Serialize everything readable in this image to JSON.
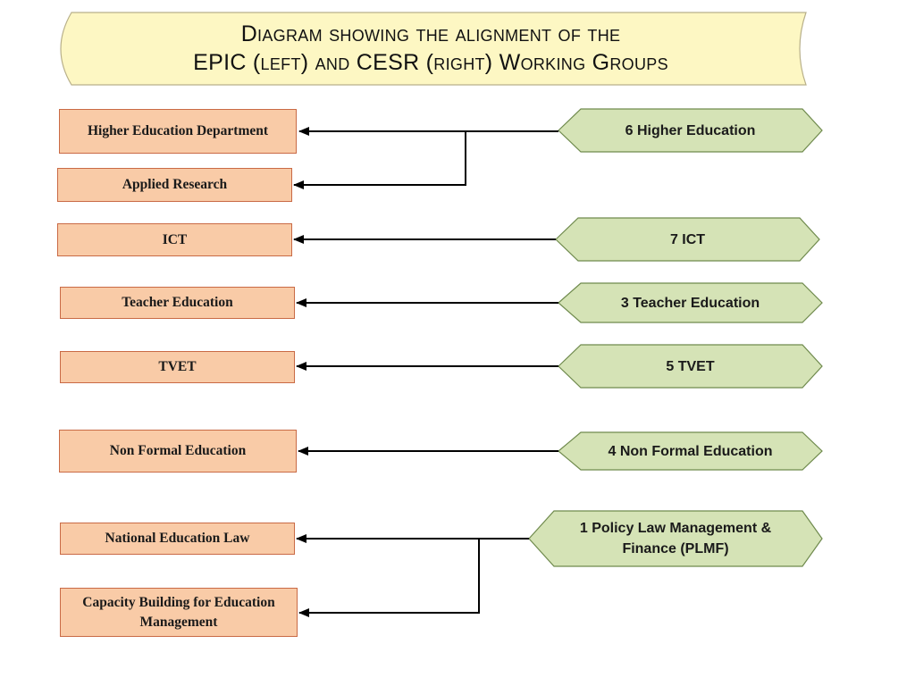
{
  "title": {
    "line1": "Diagram showing the alignment of the",
    "line2": "EPIC (left) and CESR (right) Working Groups"
  },
  "epic_groups": [
    "Higher Education Department",
    "Applied Research",
    "ICT",
    "Teacher Education",
    "TVET",
    "Non Formal Education",
    "National Education Law",
    "Capacity Building for Education Management"
  ],
  "cesr_groups": [
    "6 Higher Education",
    "7 ICT",
    "3 Teacher Education",
    "5 TVET",
    "4 Non Formal Education",
    "1 Policy Law Management & Finance (PLMF)"
  ],
  "alignments": [
    {
      "from": "6 Higher Education",
      "to": [
        "Higher Education Department",
        "Applied Research"
      ]
    },
    {
      "from": "7 ICT",
      "to": [
        "ICT"
      ]
    },
    {
      "from": "3 Teacher Education",
      "to": [
        "Teacher Education"
      ]
    },
    {
      "from": "5 TVET",
      "to": [
        "TVET"
      ]
    },
    {
      "from": "4 Non Formal Education",
      "to": [
        "Non Formal Education"
      ]
    },
    {
      "from": "1 Policy Law Management & Finance (PLMF)",
      "to": [
        "National Education Law",
        "Capacity Building for Education Management"
      ]
    }
  ],
  "colors": {
    "title_fill": "#fdf7c3",
    "title_border": "#b8b08a",
    "epic_fill": "#f9cba7",
    "epic_border": "#c96a45",
    "cesr_fill": "#d5e3b6",
    "cesr_border": "#6f8a4d",
    "connector": "#000000"
  }
}
